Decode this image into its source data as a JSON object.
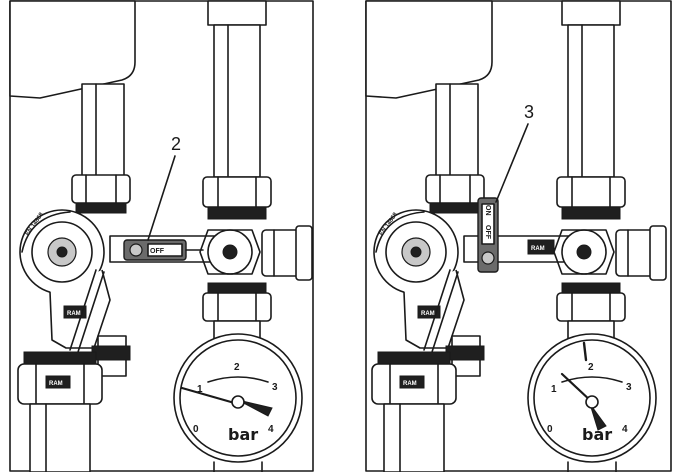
{
  "panels": [
    {
      "id": "left",
      "callout": "2",
      "gauge": {
        "ticks": [
          "0",
          "1",
          "2",
          "3",
          "4"
        ],
        "unit": "bar"
      },
      "brand_label": "RAM",
      "valve_text": "OFF",
      "handle_position": "horizontal"
    },
    {
      "id": "right",
      "callout": "3",
      "gauge": {
        "ticks": [
          "0",
          "1",
          "2",
          "3",
          "4"
        ],
        "unit": "bar"
      },
      "brand_label": "RAM",
      "valve_text_on": "ON",
      "valve_text_off": "OFF",
      "handle_position": "vertical"
    }
  ],
  "colors": {
    "ink": "#1a1a1a",
    "grey": "#6b6b6b",
    "paper": "#ffffff"
  }
}
